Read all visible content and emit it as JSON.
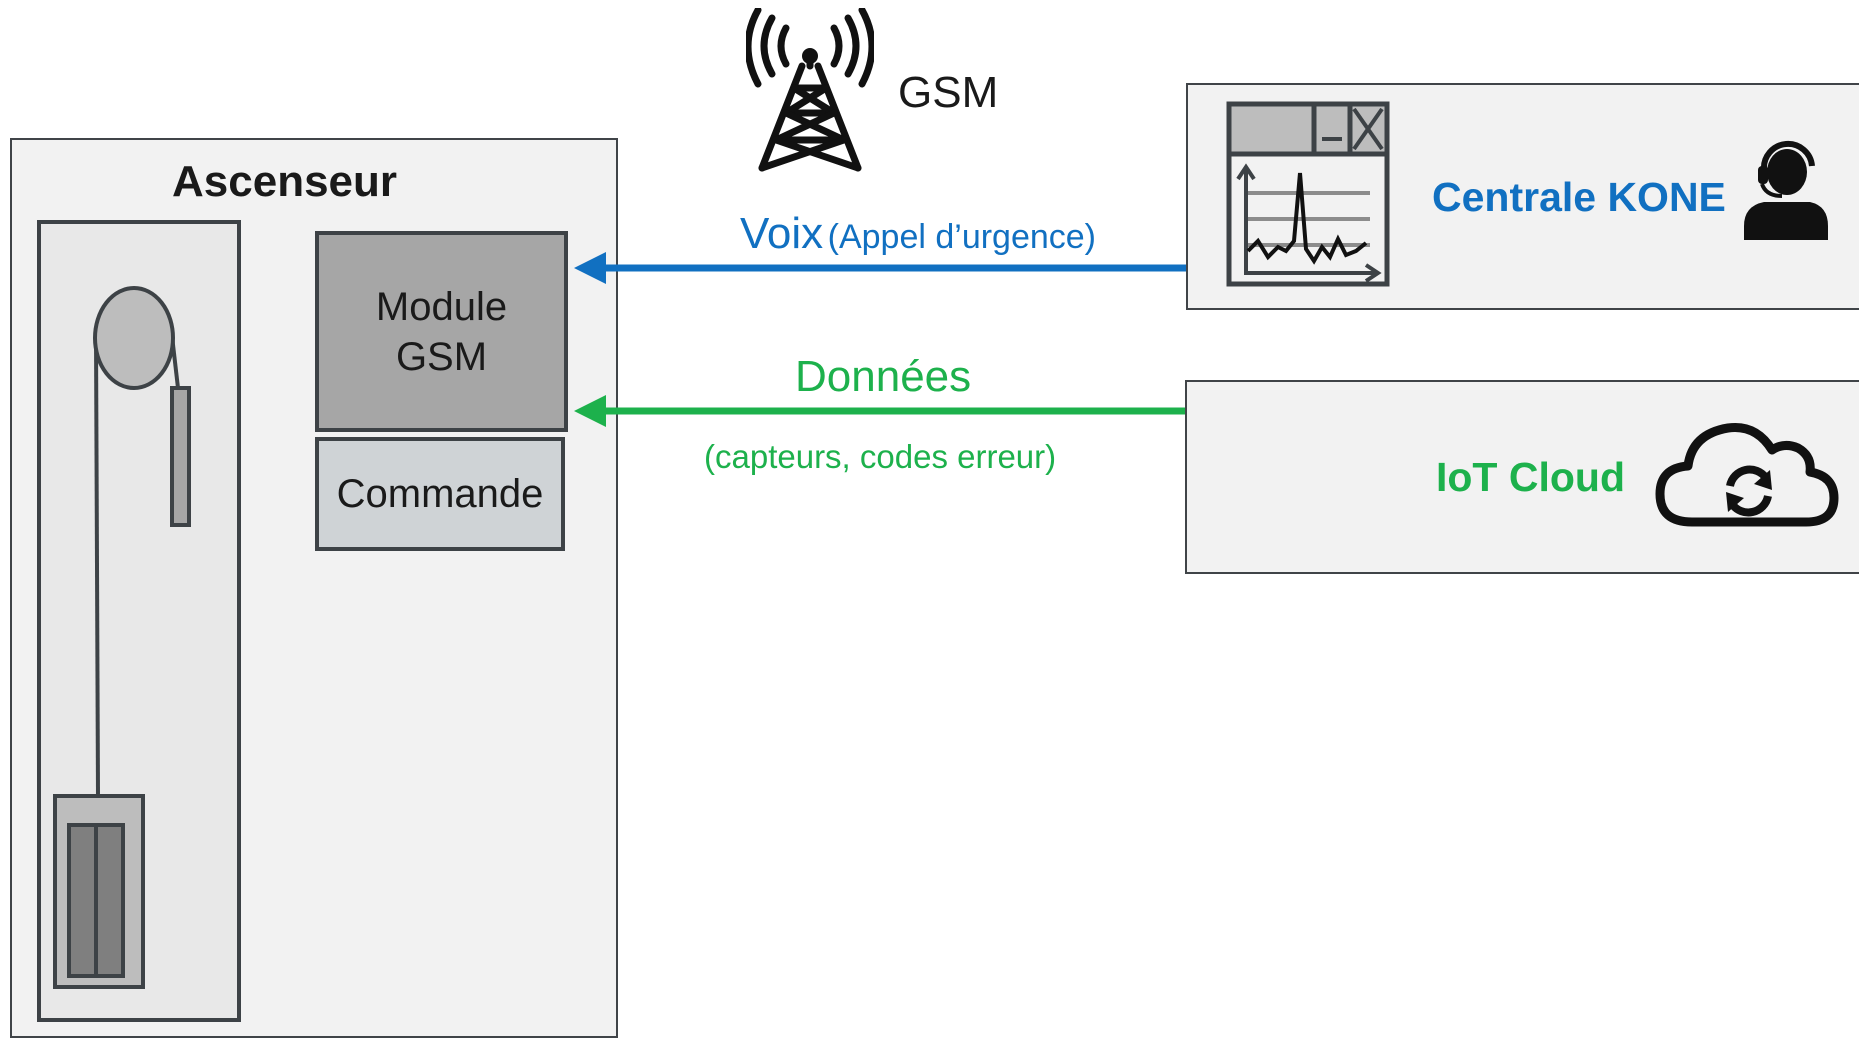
{
  "elevator": {
    "title": "Ascenseur",
    "module_gsm_line1": "Module",
    "module_gsm_line2": "GSM",
    "commande": "Commande"
  },
  "network": {
    "label": "GSM",
    "icon": "cell-tower-icon"
  },
  "voice_link": {
    "label": "Voix",
    "sublabel": "(Appel d’urgence)",
    "color": "#1170c1"
  },
  "data_link": {
    "label": "Données",
    "sublabel": "(capteurs, codes erreur)",
    "color": "#1db14c"
  },
  "centrale": {
    "label": "Centrale KONE",
    "icons": [
      "monitor-window-icon",
      "operator-headset-icon"
    ],
    "color": "#1170c1"
  },
  "iot": {
    "label": "IoT Cloud",
    "icon": "cloud-sync-icon",
    "color": "#1db14c"
  }
}
